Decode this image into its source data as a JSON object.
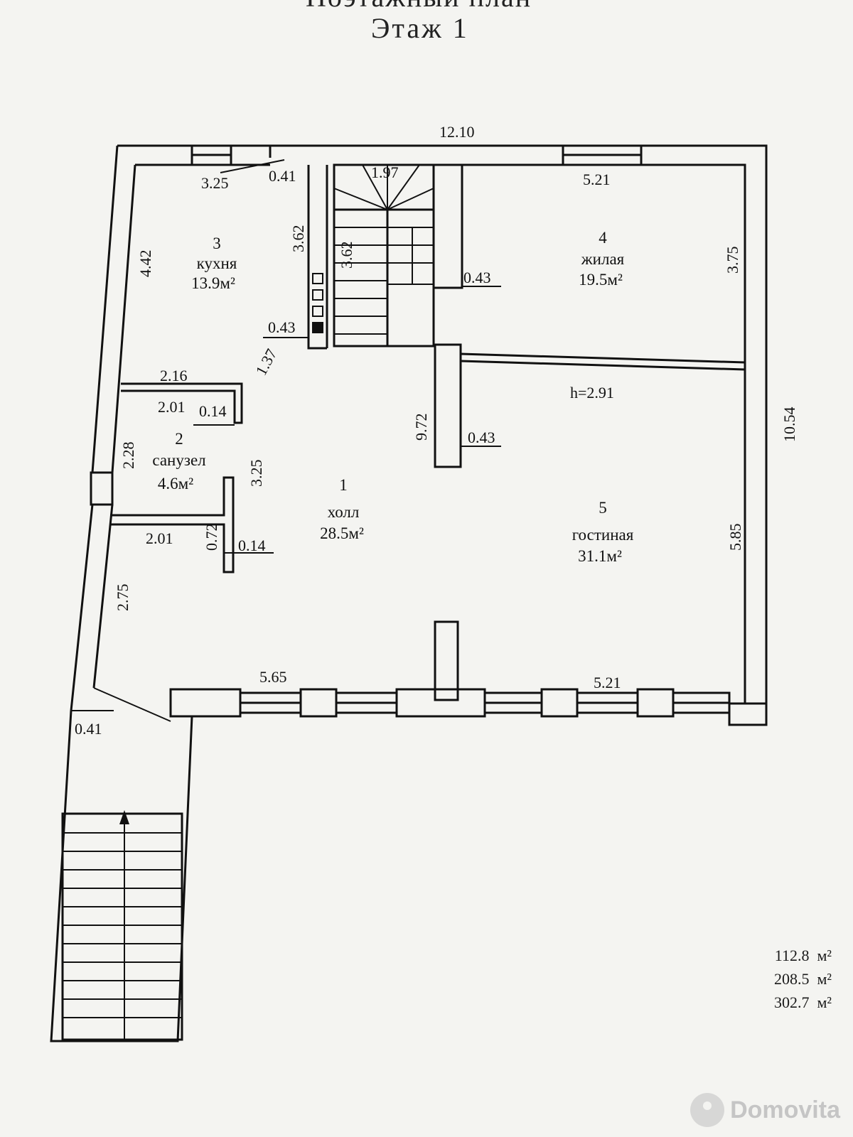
{
  "title": {
    "top": "Поэтажный план",
    "floor": "Этаж  1"
  },
  "rooms": [
    {
      "number": "1",
      "name": "холл",
      "area": "28.5м²"
    },
    {
      "number": "2",
      "name": "санузел",
      "area": "4.6м²"
    },
    {
      "number": "3",
      "name": "кухня",
      "area": "13.9м²"
    },
    {
      "number": "4",
      "name": "жилая",
      "area": "19.5м²"
    },
    {
      "number": "5",
      "name": "гостиная",
      "area": "31.1м²"
    }
  ],
  "dimensions": {
    "overall_width": "12.10",
    "overall_height": "10.54",
    "kitchen_width": "3.25",
    "kitchen_door": "0.41",
    "kitchen_height": "4.42",
    "kitchen_wall": "3.62",
    "stair_len": "3.62",
    "stair_width": "1.97",
    "stair_wall": "0.43",
    "kitchen_wall_thick": "0.43",
    "diag": "1.37",
    "bath_top": "2.16",
    "bath_inner": "2.01",
    "bath_wall_1": "0.14",
    "bath_height": "2.28",
    "bath_partition": "3.25",
    "bath_bottom": "2.01",
    "bath_door": "0.72",
    "bath_wall_2": "0.14",
    "hall_low": "2.75",
    "entry_door": "0.41",
    "hall_bottom": "5.65",
    "living_top": "5.21",
    "living_right": "3.75",
    "living_wall": "0.43",
    "ceiling": "h=2.91",
    "partition_len": "9.72",
    "partition_wall": "0.43",
    "lounge_right": "5.85",
    "lounge_bottom": "5.21"
  },
  "totals": [
    {
      "value": "112.8",
      "unit": "м²"
    },
    {
      "value": "208.5",
      "unit": "м²"
    },
    {
      "value": "302.7",
      "unit": "м²"
    }
  ],
  "watermark": "Domovita"
}
